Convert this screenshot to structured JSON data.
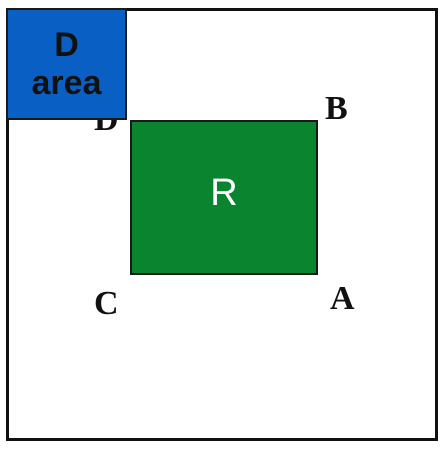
{
  "colors": {
    "d_area_fill": "#0a5fc4",
    "r_fill": "#0b8430",
    "frame": "#111111"
  },
  "d_area": {
    "line1": "D",
    "line2": "area"
  },
  "region": {
    "label": "R"
  },
  "corners": {
    "a": "A",
    "b": "B",
    "c": "C",
    "d": "D"
  }
}
